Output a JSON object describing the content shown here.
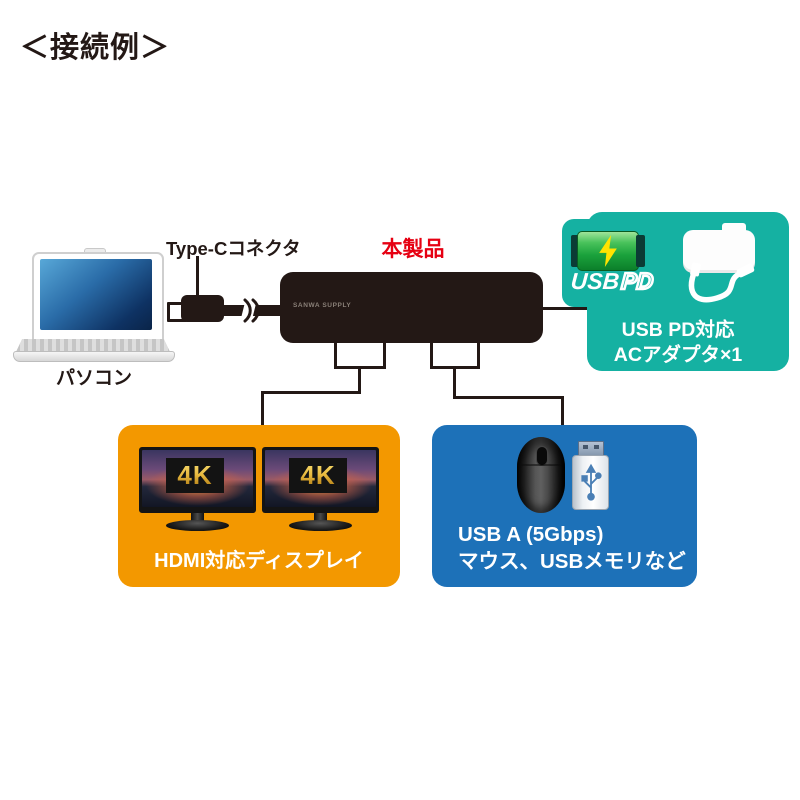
{
  "title": "＜接続例＞",
  "labels": {
    "pc": "パソコン",
    "typec": "Type-Cコネクタ",
    "product": "本製品",
    "hub_brand": "SANWA SUPPLY"
  },
  "pd_box": {
    "badge_usb": "USB",
    "badge_pd": "PD",
    "line1": "USB PD対応",
    "line2": "ACアダプタ×1"
  },
  "hdmi_box": {
    "monitor_label": "4K",
    "caption": "HDMI対応ディスプレイ"
  },
  "usba_box": {
    "line1": "USB A (5Gbps)",
    "line2": "マウス、USBメモリなど"
  },
  "colors": {
    "ink": "#231815",
    "red": "#e60012",
    "teal": "#15b1a2",
    "orange": "#f39800",
    "blue": "#1d71b8",
    "gold": "#ffe300"
  }
}
